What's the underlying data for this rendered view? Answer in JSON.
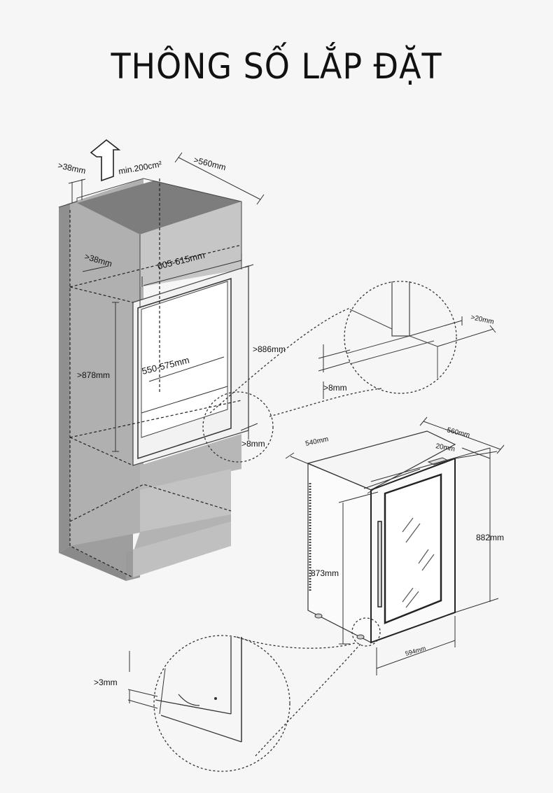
{
  "title": "THÔNG SỐ LẮP ĐẶT",
  "cabinet": {
    "top_gap": ">38mm",
    "vent_area": "min.200cm²",
    "depth": ">560mm",
    "side_gap": ">38mm",
    "width_range": "605-615mm",
    "inner_width": "550-575mm",
    "height_min": ">878mm",
    "height_open": ">886mm",
    "bottom_gap": ">8mm"
  },
  "detail_top": {
    "side_gap": ">20mm",
    "bottom_gap": ">8mm"
  },
  "appliance": {
    "body_depth": "540mm",
    "total_depth": "560mm",
    "door_depth": "20mm",
    "total_height": "882mm",
    "body_height": "873mm",
    "width": "594mm"
  },
  "detail_bottom": {
    "gap": ">3mm"
  }
}
